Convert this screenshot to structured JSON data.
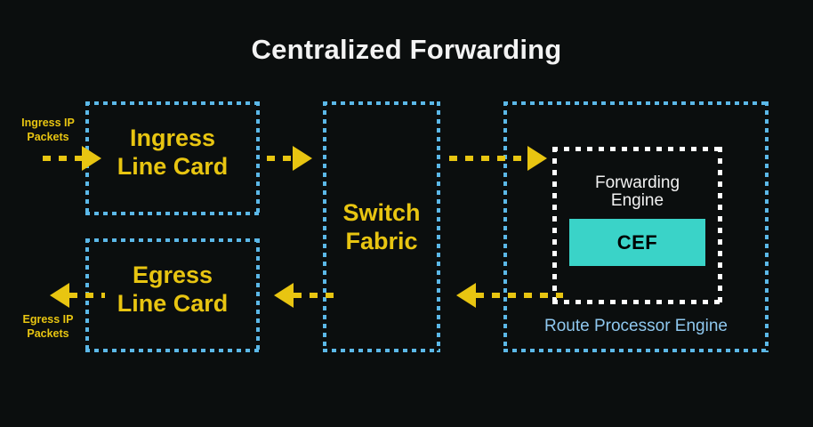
{
  "page": {
    "title": "Centralized Forwarding",
    "background_color": "#0b0e0e"
  },
  "colors": {
    "background": "#0b0e0e",
    "title_text": "#f3f3f3",
    "box_border_blue": "#5bb8e8",
    "box_label_yellow": "#e8c511",
    "arrow_yellow": "#e8c511",
    "forwarding_engine_border_white": "#ffffff",
    "cef_fill_teal": "#3ad3c8",
    "cef_text": "#000000",
    "route_processor_label": "#8fc8ef"
  },
  "labels": {
    "ingress_packets": "Ingress IP\nPackets",
    "egress_packets": "Egress IP\nPackets"
  },
  "boxes": {
    "ingress_line_card": {
      "label": "Ingress\nLine Card",
      "border_style": "dashed",
      "border_color": "#5bb8e8"
    },
    "egress_line_card": {
      "label": "Egress\nLine Card",
      "border_style": "dashed",
      "border_color": "#5bb8e8"
    },
    "switch_fabric": {
      "label": "Switch\nFabric",
      "border_style": "dashed",
      "border_color": "#5bb8e8"
    },
    "route_processor_engine": {
      "label": "Route Processor Engine",
      "border_style": "dashed",
      "border_color": "#5bb8e8"
    },
    "forwarding_engine": {
      "label": "Forwarding\nEngine",
      "border_style": "dotted",
      "border_color": "#ffffff"
    },
    "cef": {
      "label": "CEF",
      "fill": "#3ad3c8",
      "text_color": "#000000"
    }
  },
  "arrows": [
    {
      "name": "ingress-packets-into-line-card",
      "direction": "right",
      "color": "#e8c511",
      "style": "dashed"
    },
    {
      "name": "ingress-line-card-to-switch-fabric",
      "direction": "right",
      "color": "#e8c511",
      "style": "dashed"
    },
    {
      "name": "switch-fabric-to-forwarding-engine",
      "direction": "right",
      "color": "#e8c511",
      "style": "dashed"
    },
    {
      "name": "forwarding-engine-to-switch-fabric",
      "direction": "left",
      "color": "#e8c511",
      "style": "dashed"
    },
    {
      "name": "switch-fabric-to-egress-line-card",
      "direction": "left",
      "color": "#e8c511",
      "style": "dashed"
    },
    {
      "name": "egress-line-card-out",
      "direction": "left",
      "color": "#e8c511",
      "style": "dashed"
    }
  ]
}
